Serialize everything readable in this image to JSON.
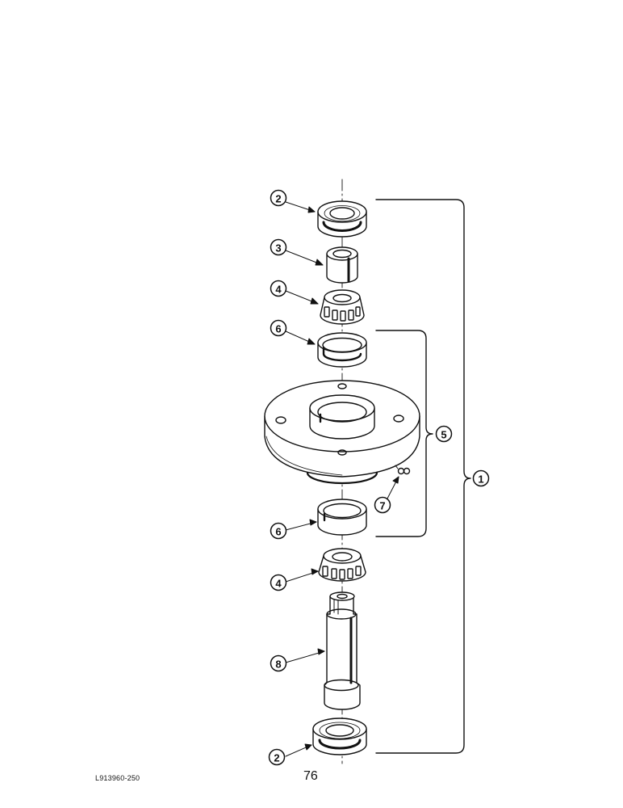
{
  "figure": {
    "reference_code": "L913960-250",
    "page_number": "76"
  },
  "callouts": [
    {
      "id": "c2-top",
      "label": "2"
    },
    {
      "id": "c3",
      "label": "3"
    },
    {
      "id": "c4-top",
      "label": "4"
    },
    {
      "id": "c6-top",
      "label": "6"
    },
    {
      "id": "c5",
      "label": "5"
    },
    {
      "id": "c7",
      "label": "7"
    },
    {
      "id": "c1",
      "label": "1"
    },
    {
      "id": "c6-bot",
      "label": "6"
    },
    {
      "id": "c4-bot",
      "label": "4"
    },
    {
      "id": "c8",
      "label": "8"
    },
    {
      "id": "c2-bot",
      "label": "2"
    }
  ]
}
